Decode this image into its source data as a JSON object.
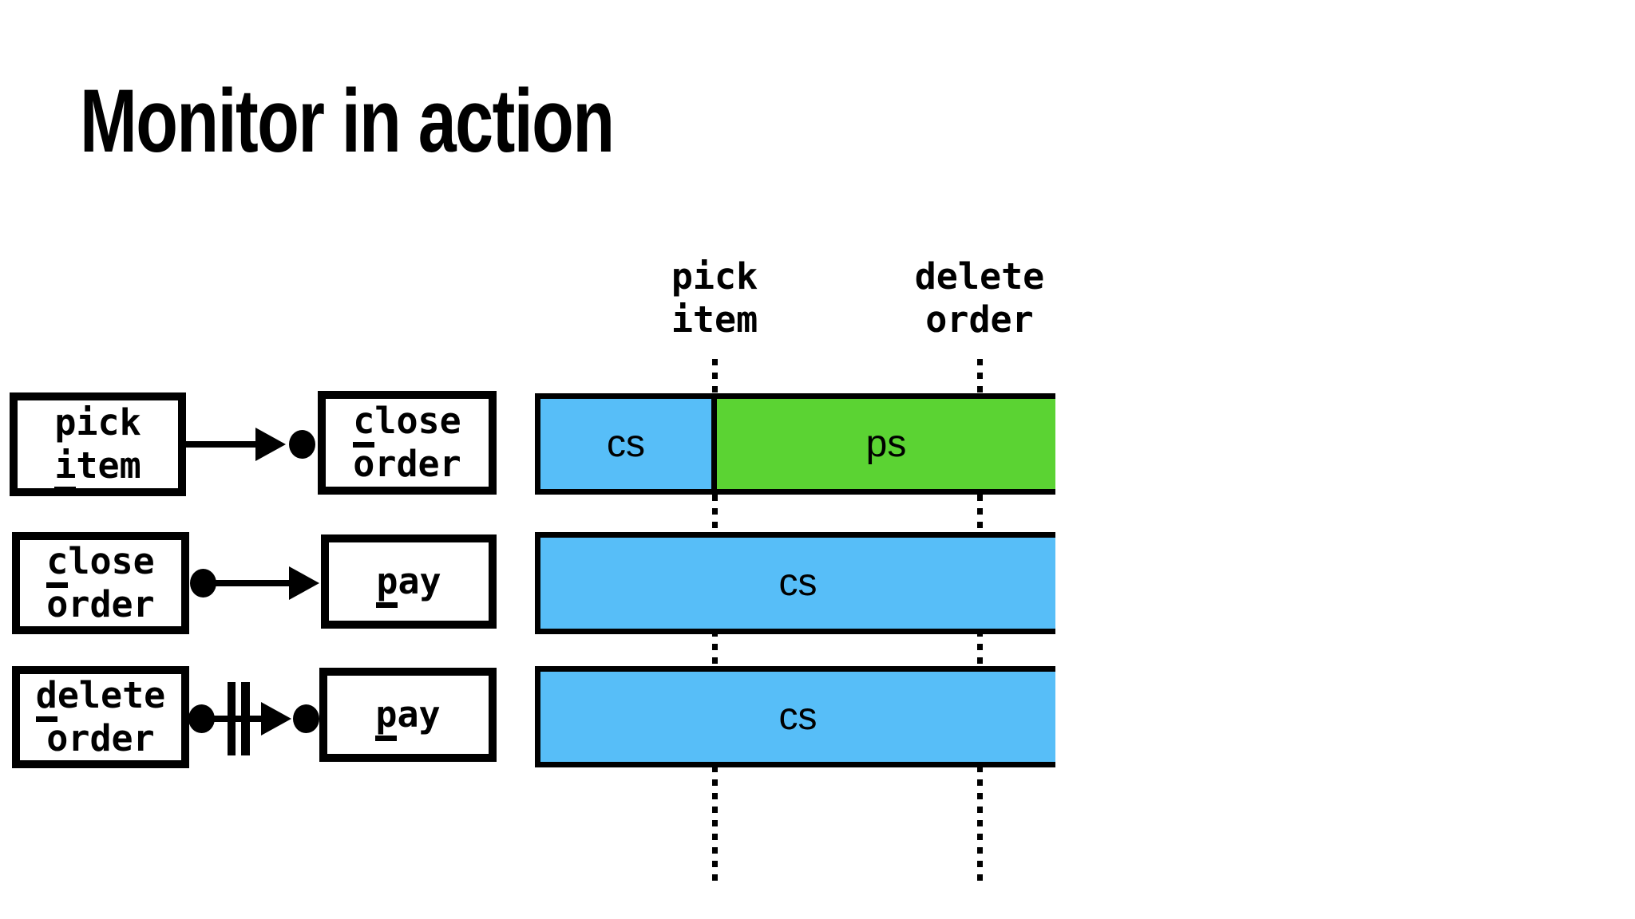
{
  "title": "Monitor in action",
  "colors": {
    "cs_blue": "#57BEF8",
    "ps_green": "#5BD333",
    "outline": "#000000"
  },
  "rules": [
    {
      "source": {
        "lines": [
          {
            "u": "",
            "rest": "pick"
          },
          {
            "u": "i",
            "rest": "tem"
          }
        ]
      },
      "target": {
        "lines": [
          {
            "u": "c",
            "rest": "lose"
          },
          {
            "u": "",
            "rest": "order"
          }
        ]
      },
      "connector": "arrow-with-dot-at-target"
    },
    {
      "source": {
        "lines": [
          {
            "u": "c",
            "rest": "lose"
          },
          {
            "u": "",
            "rest": "order"
          }
        ]
      },
      "target": {
        "lines": [
          {
            "u": "p",
            "rest": "ay"
          }
        ]
      },
      "connector": "dot-at-source-arrow"
    },
    {
      "source": {
        "lines": [
          {
            "u": "d",
            "rest": "elete"
          },
          {
            "u": "",
            "rest": "order"
          }
        ]
      },
      "target": {
        "lines": [
          {
            "u": "p",
            "rest": "ay"
          }
        ]
      },
      "connector": "dot-inhibit-bars-arrow-dot"
    }
  ],
  "timeline": {
    "columns": [
      {
        "lines": [
          "pick",
          "item"
        ]
      },
      {
        "lines": [
          "delete",
          "order"
        ]
      }
    ],
    "rows": [
      {
        "segments": [
          {
            "label": "cs",
            "color": "cs_blue"
          },
          {
            "label": "ps",
            "color": "ps_green"
          }
        ]
      },
      {
        "segments": [
          {
            "label": "cs",
            "color": "cs_blue"
          }
        ]
      },
      {
        "segments": [
          {
            "label": "cs",
            "color": "cs_blue"
          }
        ]
      }
    ]
  }
}
